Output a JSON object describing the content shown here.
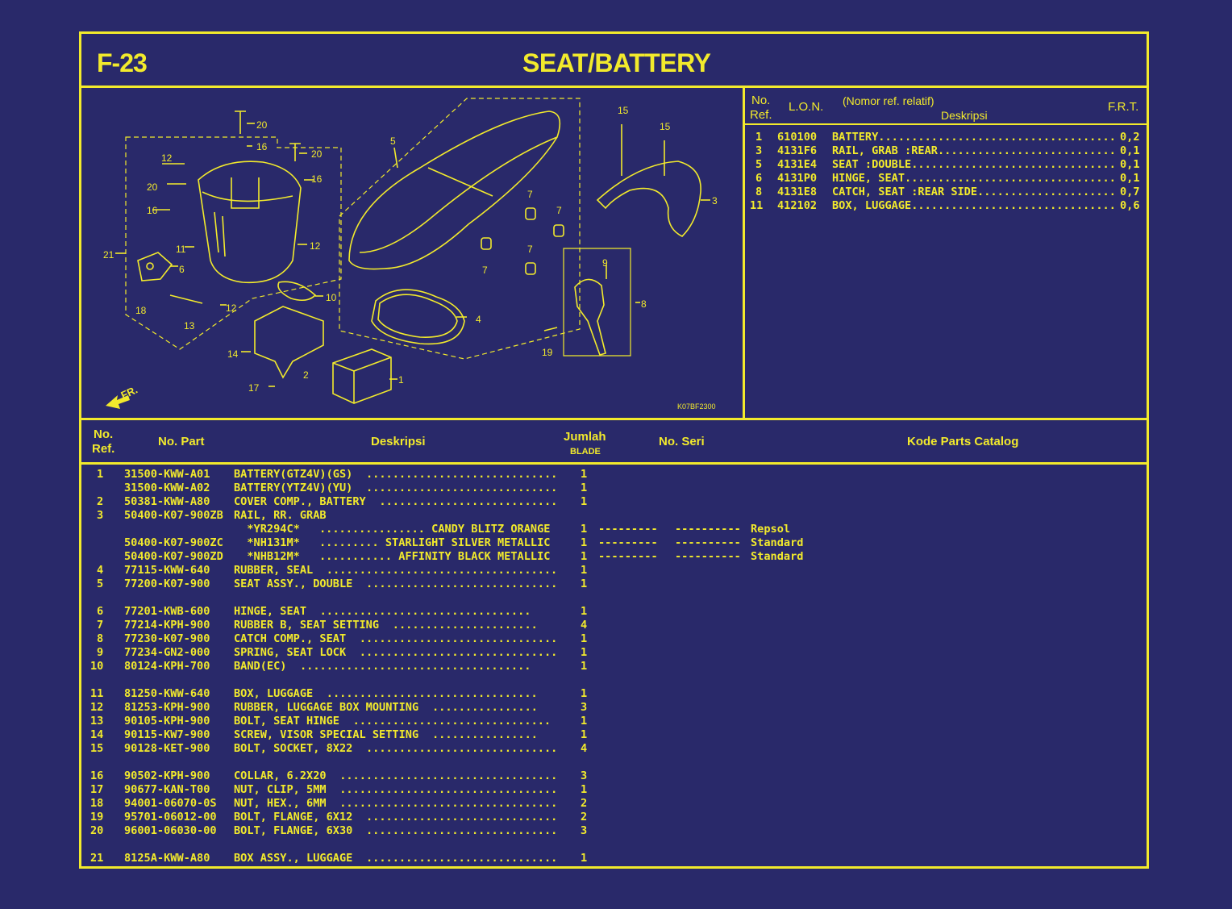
{
  "page": {
    "code": "F-23",
    "title": "SEAT/BATTERY"
  },
  "right_table": {
    "headers": {
      "no": "No.",
      "ref": "Ref.",
      "lon": "L.O.N.",
      "nomor": "(Nomor ref. relatif)",
      "desk": "Deskripsi",
      "frt": "F.R.T."
    },
    "rows": [
      {
        "ref": "1",
        "lon": "610100",
        "desc": "BATTERY",
        "frt": "0,2"
      },
      {
        "ref": "3",
        "lon": "4131F6",
        "desc": "RAIL, GRAB :REAR",
        "frt": "0,1"
      },
      {
        "ref": "5",
        "lon": "4131E4",
        "desc": "SEAT :DOUBLE",
        "frt": "0,1"
      },
      {
        "ref": "6",
        "lon": "4131P0",
        "desc": "HINGE, SEAT",
        "frt": "0,1"
      },
      {
        "ref": "8",
        "lon": "4131E8",
        "desc": "CATCH, SEAT :REAR SIDE",
        "frt": "0,7"
      },
      {
        "ref": "11",
        "lon": "412102",
        "desc": "BOX, LUGGAGE",
        "frt": "0,6"
      }
    ]
  },
  "diagram": {
    "code_label": "K07BF2300",
    "fr_label": "FR.",
    "callouts": [
      "20",
      "16",
      "20",
      "16",
      "12",
      "20",
      "16",
      "21",
      "6",
      "11",
      "12",
      "18",
      "13",
      "12",
      "10",
      "14",
      "17",
      "2",
      "1",
      "5",
      "7",
      "7",
      "7",
      "7",
      "4",
      "15",
      "15",
      "3",
      "9",
      "8",
      "19"
    ]
  },
  "parts_table": {
    "headers": {
      "no": "No.",
      "ref": "Ref.",
      "part": "No. Part",
      "desk": "Deskripsi",
      "jumlah": "Jumlah",
      "blade": "BLADE",
      "seri": "No. Seri",
      "kode": "Kode Parts Catalog"
    },
    "rows": [
      {
        "ref": "1",
        "part": "31500-KWW-A01",
        "desc": "BATTERY(GTZ4V)(GS)",
        "dots": ".............................",
        "qty": "1",
        "seri": "",
        "kode": "",
        "note": ""
      },
      {
        "ref": "",
        "part": "31500-KWW-A02",
        "desc": "BATTERY(YTZ4V)(YU)",
        "dots": ".............................",
        "qty": "1",
        "seri": "",
        "kode": "",
        "note": ""
      },
      {
        "ref": "2",
        "part": "50381-KWW-A80",
        "desc": "COVER COMP., BATTERY",
        "dots": "...........................",
        "qty": "1",
        "seri": "",
        "kode": "",
        "note": ""
      },
      {
        "ref": "3",
        "part": "50400-K07-900ZB",
        "desc": "RAIL, RR. GRAB",
        "dots": "",
        "qty": "",
        "seri": "",
        "kode": "",
        "note": ""
      },
      {
        "ref": "",
        "part": "",
        "desc": "  *YR294C*",
        "dots": "................ CANDY BLITZ ORANGE",
        "qty": "1",
        "seri": "---------",
        "kode": "----------",
        "note": "Repsol"
      },
      {
        "ref": "",
        "part": "50400-K07-900ZC",
        "desc": "  *NH131M*",
        "dots": "......... STARLIGHT SILVER METALLIC",
        "qty": "1",
        "seri": "---------",
        "kode": "----------",
        "note": "Standard"
      },
      {
        "ref": "",
        "part": "50400-K07-900ZD",
        "desc": "  *NHB12M*",
        "dots": "........... AFFINITY BLACK METALLIC",
        "qty": "1",
        "seri": "---------",
        "kode": "----------",
        "note": "Standard"
      },
      {
        "ref": "4",
        "part": "77115-KWW-640",
        "desc": "RUBBER, SEAL",
        "dots": "...................................",
        "qty": "1",
        "seri": "",
        "kode": "",
        "note": ""
      },
      {
        "ref": "5",
        "part": "77200-K07-900",
        "desc": "SEAT ASSY., DOUBLE",
        "dots": ".............................",
        "qty": "1",
        "seri": "",
        "kode": "",
        "note": ""
      },
      {
        "ref": "6",
        "part": "77201-KWB-600",
        "desc": "HINGE, SEAT",
        "dots": "................................",
        "qty": "1",
        "seri": "",
        "kode": "",
        "note": ""
      },
      {
        "ref": "7",
        "part": "77214-KPH-900",
        "desc": "RUBBER B, SEAT SETTING",
        "dots": "......................",
        "qty": "4",
        "seri": "",
        "kode": "",
        "note": ""
      },
      {
        "ref": "8",
        "part": "77230-K07-900",
        "desc": "CATCH COMP., SEAT",
        "dots": "..............................",
        "qty": "1",
        "seri": "",
        "kode": "",
        "note": ""
      },
      {
        "ref": "9",
        "part": "77234-GN2-000",
        "desc": "SPRING, SEAT LOCK",
        "dots": "..............................",
        "qty": "1",
        "seri": "",
        "kode": "",
        "note": ""
      },
      {
        "ref": "10",
        "part": "80124-KPH-700",
        "desc": "BAND(EC)",
        "dots": "...................................",
        "qty": "1",
        "seri": "",
        "kode": "",
        "note": ""
      },
      {
        "ref": "11",
        "part": "81250-KWW-640",
        "desc": "BOX, LUGGAGE",
        "dots": "................................",
        "qty": "1",
        "seri": "",
        "kode": "",
        "note": ""
      },
      {
        "ref": "12",
        "part": "81253-KPH-900",
        "desc": "RUBBER, LUGGAGE BOX MOUNTING",
        "dots": "................",
        "qty": "3",
        "seri": "",
        "kode": "",
        "note": ""
      },
      {
        "ref": "13",
        "part": "90105-KPH-900",
        "desc": "BOLT, SEAT HINGE",
        "dots": "..............................",
        "qty": "1",
        "seri": "",
        "kode": "",
        "note": ""
      },
      {
        "ref": "14",
        "part": "90115-KW7-900",
        "desc": "SCREW, VISOR SPECIAL SETTING",
        "dots": "................",
        "qty": "1",
        "seri": "",
        "kode": "",
        "note": ""
      },
      {
        "ref": "15",
        "part": "90128-KET-900",
        "desc": "BOLT, SOCKET, 8X22",
        "dots": ".............................",
        "qty": "4",
        "seri": "",
        "kode": "",
        "note": ""
      },
      {
        "ref": "16",
        "part": "90502-KPH-900",
        "desc": "COLLAR, 6.2X20",
        "dots": ".................................",
        "qty": "3",
        "seri": "",
        "kode": "",
        "note": ""
      },
      {
        "ref": "17",
        "part": "90677-KAN-T00",
        "desc": "NUT, CLIP, 5MM",
        "dots": ".................................",
        "qty": "1",
        "seri": "",
        "kode": "",
        "note": ""
      },
      {
        "ref": "18",
        "part": "94001-06070-0S",
        "desc": "NUT, HEX., 6MM",
        "dots": ".................................",
        "qty": "2",
        "seri": "",
        "kode": "",
        "note": ""
      },
      {
        "ref": "19",
        "part": "95701-06012-00",
        "desc": "BOLT, FLANGE, 6X12",
        "dots": ".............................",
        "qty": "2",
        "seri": "",
        "kode": "",
        "note": ""
      },
      {
        "ref": "20",
        "part": "96001-06030-00",
        "desc": "BOLT, FLANGE, 6X30",
        "dots": ".............................",
        "qty": "3",
        "seri": "",
        "kode": "",
        "note": ""
      },
      {
        "ref": "21",
        "part": "8125A-KWW-A80",
        "desc": "BOX ASSY., LUGGAGE",
        "dots": ".............................",
        "qty": "1",
        "seri": "",
        "kode": "",
        "note": ""
      }
    ]
  },
  "colors": {
    "background": "#29296a",
    "line": "#f2ea2c"
  }
}
